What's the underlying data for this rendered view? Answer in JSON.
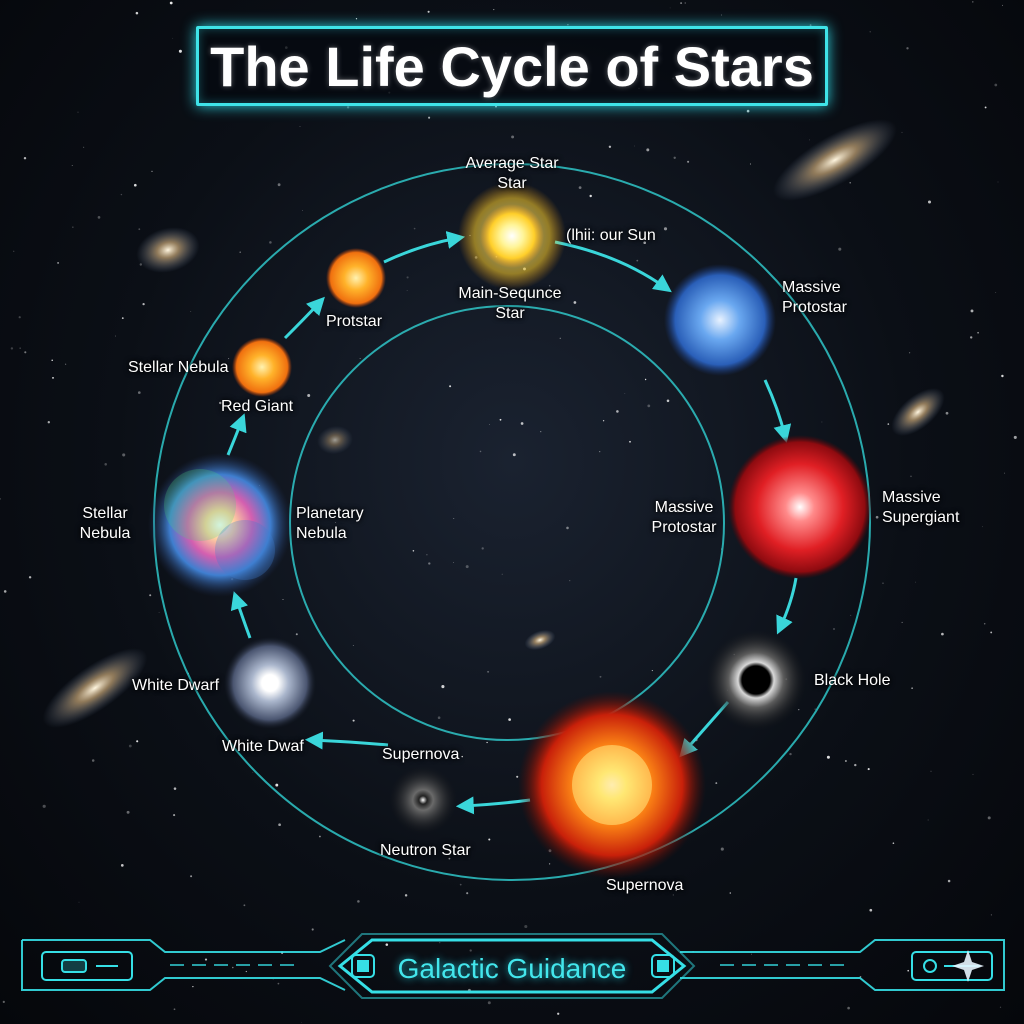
{
  "title": "The Life Cycle of Stars",
  "labels": {
    "average_star_line1": "Average Star",
    "average_star_line2": "Star",
    "like_our_sun": "(lhii: our Sun",
    "main_sequence_line1": "Main-Sequnce",
    "main_sequence_line2": "Star",
    "protostar": "Protstar",
    "stellar_nebula_top": "Stellar Nebula",
    "red_giant": "Red Giant",
    "stellar_nebula_left_line1": "Stellar",
    "stellar_nebula_left_line2": "Nebula",
    "planetary_nebula_line1": "Planetary",
    "planetary_nebula_line2": "Nebula",
    "white_dwarf_left": "White Dwarf",
    "white_dwarf_bottom": "White Dwaf",
    "supernova_inner": "Supernova",
    "neutron_star": "Neutron Star",
    "supernova_bottom": "Supernova",
    "massive_protostar_outer_line1": "Massive",
    "massive_protostar_outer_line2": "Protostar",
    "massive_protostar_inner_line1": "Massive",
    "massive_protostar_inner_line2": "Protostar",
    "massive_supergiant_line1": "Massive",
    "massive_supergiant_line2": "Supergiant",
    "black_hole": "Black Hole"
  },
  "footer": {
    "title": "Galactic Guidance"
  },
  "colors": {
    "accent_cyan": "#3fe3e8",
    "ring": "#2fc6c8",
    "arrow": "#3ad6da",
    "star_yellow": "#ffe35a",
    "star_orange": "#ff9a1f",
    "star_blue": "#4a8fe0",
    "star_red": "#e5262a",
    "supernova": "#ff5a14",
    "white_dwarf": "#c9d3e6"
  },
  "icons": [
    "galaxy-icon",
    "arrow-icon",
    "chip-icon",
    "sparkle-icon"
  ]
}
